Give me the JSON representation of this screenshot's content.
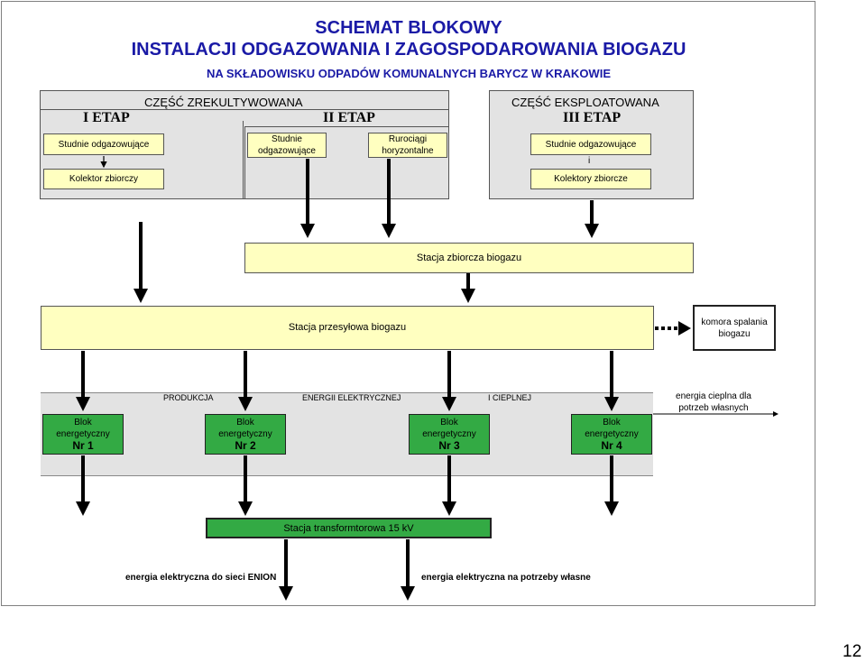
{
  "title": {
    "line1": "SCHEMAT  BLOKOWY",
    "line2": "INSTALACJI  ODGAZOWANIA  I  ZAGOSPODAROWANIA  BIOGAZU",
    "line3": "NA  SKŁADOWISKU  ODPADÓW  KOMUNALNYCH  BARYCZ  W  KRAKOWIE"
  },
  "sections": {
    "reclaimed": "CZĘŚĆ  ZREKULTYWOWANA",
    "operated": "CZĘŚĆ  EKSPLOATOWANA"
  },
  "stages": {
    "etap1": "I ETAP",
    "etap2": "II ETAP",
    "etap3": "III ETAP"
  },
  "etap1": {
    "wells": "Studnie odgazowujące",
    "collector": "Kolektor zbiorczy"
  },
  "etap2": {
    "wells": "Studnie odgazowujące",
    "pipes": "Rurociągi horyzontalne"
  },
  "etap3": {
    "wells": "Studnie odgazowujące",
    "connector": "i",
    "collectors": "Kolektory zbiorcze"
  },
  "collection_station": "Stacja  zbiorcza biogazu",
  "transfer_station": "Stacja przesyłowa biogazu",
  "combustion_chamber": "komora spalania biogazu",
  "production": {
    "part1": "PRODUKCJA",
    "part2": "ENERGII  ELEKTRYCZNEJ",
    "part3": "I  CIEPLNEJ"
  },
  "heat_own_use": "energia cieplna dla potrzeb własnych",
  "blocks": [
    {
      "label": "Blok energetyczny",
      "nr": "Nr 1"
    },
    {
      "label": "Blok energetyczny",
      "nr": "Nr 2"
    },
    {
      "label": "Blok energetyczny",
      "nr": "Nr 3"
    },
    {
      "label": "Blok energetyczny",
      "nr": "Nr 4"
    }
  ],
  "transformer_station": "Stacja transformtorowa 15 kV",
  "outputs": {
    "grid": "energia elektryczna do sieci ENION",
    "own": "energia elektryczna na potrzeby własne"
  },
  "page_number": "12",
  "colors": {
    "title": "#1a1aa6",
    "green": "#33aa44",
    "yellow": "#ffffc0",
    "grey": "#e3e3e3"
  }
}
